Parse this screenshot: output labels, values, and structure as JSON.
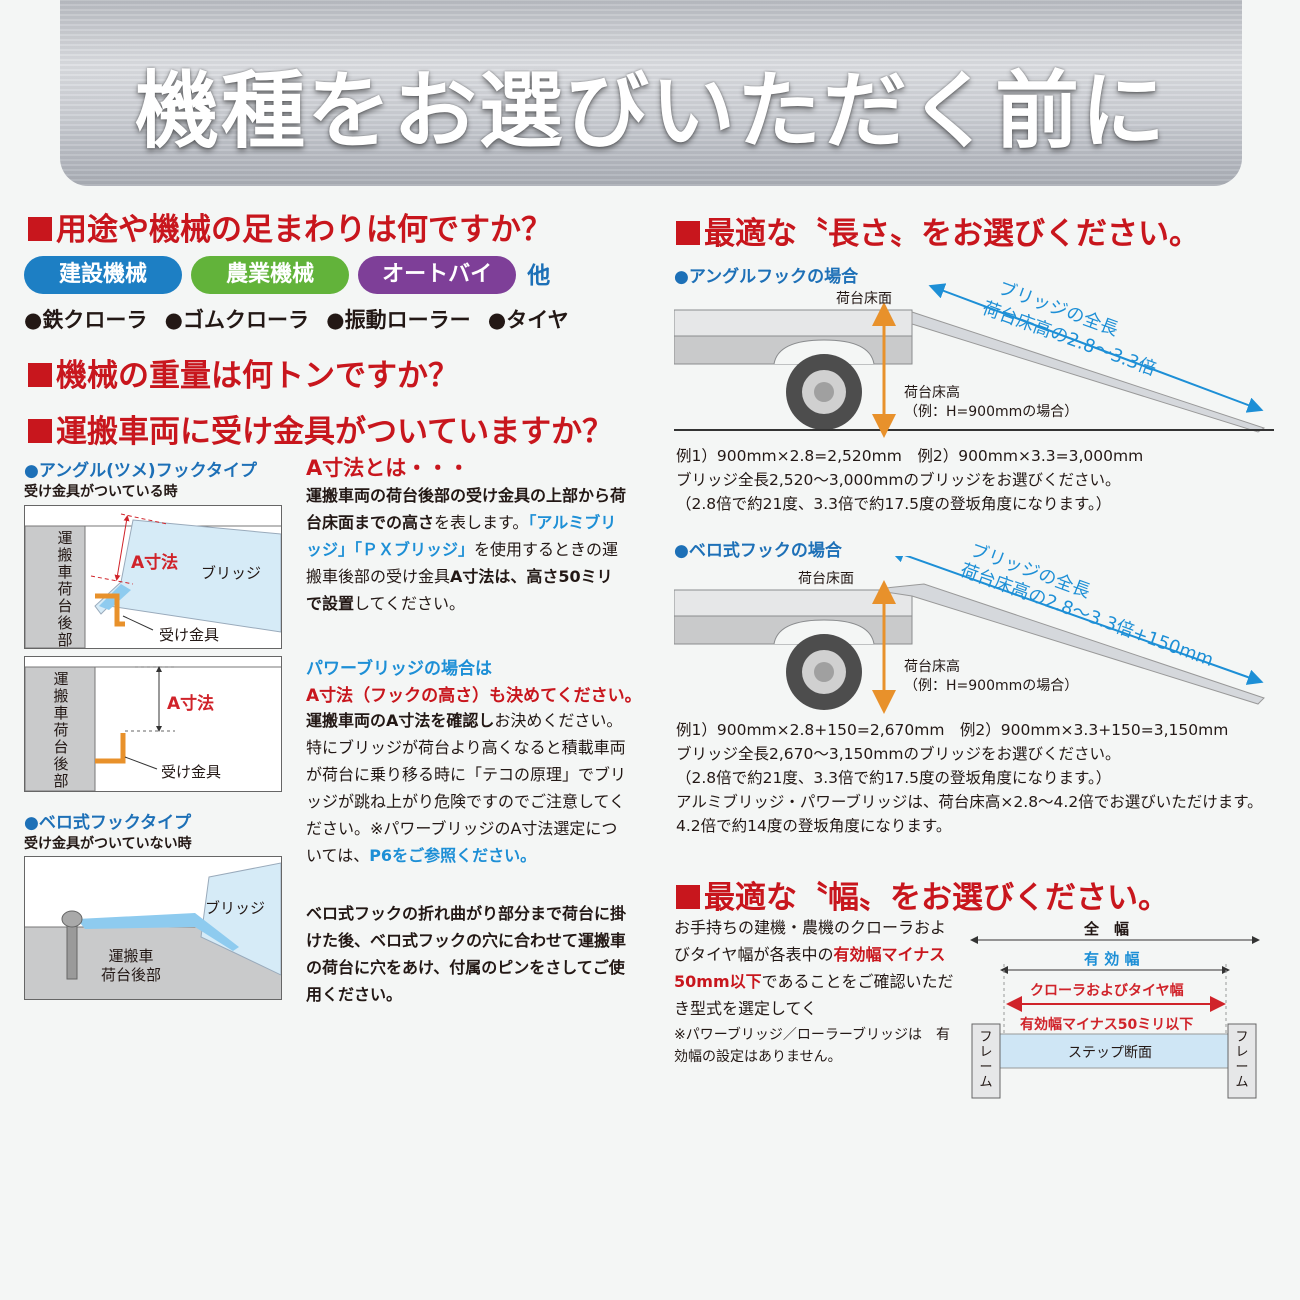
{
  "header": {
    "title": "機種をお選びいただく前に"
  },
  "left": {
    "h1": "用途や機械の足まわりは何ですか？",
    "categories": [
      {
        "label": "建設機械",
        "color": "#1d7fc4"
      },
      {
        "label": "農業機械",
        "color": "#62b33a"
      },
      {
        "label": "オートバイ",
        "color": "#7e3f98"
      }
    ],
    "categories_suffix": "他",
    "undercarriage": [
      "●鉄クローラ",
      "●ゴムクローラ",
      "●振動ローラー",
      "●タイヤ"
    ],
    "h2": "機械の重量は何トンですか？",
    "h3": "運搬車両に受け金具がついていますか？",
    "angle_type": {
      "title": "●アングル(ツメ)フックタイプ",
      "note": "受け金具がついている時"
    },
    "diagram1": {
      "vehicle": "運搬車荷台後部",
      "a_label": "A寸法",
      "bridge": "ブリッジ",
      "fitting": "受け金具"
    },
    "diagram2": {
      "vehicle": "運搬車荷台後部",
      "a_label": "A寸法",
      "fitting": "受け金具"
    },
    "bero_type": {
      "title": "●ベロ式フックタイプ",
      "note": "受け金具がついていない時"
    },
    "diagram3": {
      "bridge": "ブリッジ",
      "vehicle_1": "運搬車",
      "vehicle_2": "荷台後部"
    }
  },
  "middle": {
    "a_title": "A寸法とは・・・",
    "p1": {
      "s1": "運搬車両の荷台後部の受け金具の上部から荷台床面までの高さ",
      "s2": "を表します。",
      "s3": "「アルミブリッジ」「ＰＸブリッジ」",
      "s4": "を使用するときの運搬車後部の受け金具",
      "s5": "A寸法は、高さ50ミリで設置",
      "s6": "してください。"
    },
    "power_title": "パワーブリッジの場合は",
    "power_title2": "A寸法（フックの高さ）も決めてください。",
    "p2": {
      "s1": "運搬車両のA寸法を確認し",
      "s2": "お決めください。特にブリッジが荷台より高くなると積載車両が荷台に乗り移る時に「テコの原理」でブリッジが跳ね上がり危険ですのでご注意してください。※パワーブリッジのA寸法選定については、",
      "s3": "P6をご参照ください。"
    },
    "p3": "ベロ式フックの折れ曲がり部分まで荷台に掛けた後、ベロ式フックの穴に合わせて運搬車の荷台に穴をあけ、付属のピンをさしてご使用ください。"
  },
  "right": {
    "length_heading": "最適な〝長さ〟をお選びください。",
    "angle_hook": "●アングルフックの場合",
    "fig1": {
      "floor": "荷台床面",
      "len1": "ブリッジの全長",
      "len2": "荷台床高の2.8～3.3倍",
      "h1": "荷台床高",
      "h2": "（例：H=900mmの場合）"
    },
    "calc1": [
      "例1）900mm×2.8=2,520mm　例2）900mm×3.3=3,000mm",
      "ブリッジ全長2,520～3,000mmのブリッジをお選びください。",
      "（2.8倍で約21度、3.3倍で約17.5度の登坂角度になります。）"
    ],
    "bero_hook": "●ベロ式フックの場合",
    "fig2": {
      "floor": "荷台床面",
      "len1": "ブリッジの全長",
      "len2": "荷台床高の2.8～3.3倍+150mm",
      "h1": "荷台床高",
      "h2": "（例：H=900mmの場合）"
    },
    "calc2": [
      "例1）900mm×2.8+150=2,670mm　例2）900mm×3.3+150=3,150mm",
      "ブリッジ全長2,670～3,150mmのブリッジをお選びください。",
      "（2.8倍で約21度、3.3倍で約17.5度の登坂角度になります。）",
      "アルミブリッジ・パワーブリッジは、荷台床高×2.8～4.2倍でお選びいただけます。",
      "4.2倍で約14度の登坂角度になります。"
    ],
    "width_heading": "最適な〝幅〟をお選びください。",
    "width_text_1": "お手持ちの建機・農機のクローラおよびタイヤ幅が各表中の",
    "width_text_red": "有効幅マイナス50mm以下",
    "width_text_2": "であることをご確認いただき型式を選定してく",
    "width_note": "※パワーブリッジ／ローラーブリッジは　有効幅の設定はありません。",
    "fig3": {
      "total": "全　幅",
      "effective": "有 効 幅",
      "crawler": "クローラおよびタイヤ幅",
      "minus": "有効幅マイナス50ミリ以下",
      "step": "ステップ断面",
      "frame": "フレーム"
    }
  },
  "colors": {
    "red": "#c8161d",
    "blue": "#1d70b7",
    "lightblue": "#1d8fd6",
    "orange": "#e8912b"
  }
}
